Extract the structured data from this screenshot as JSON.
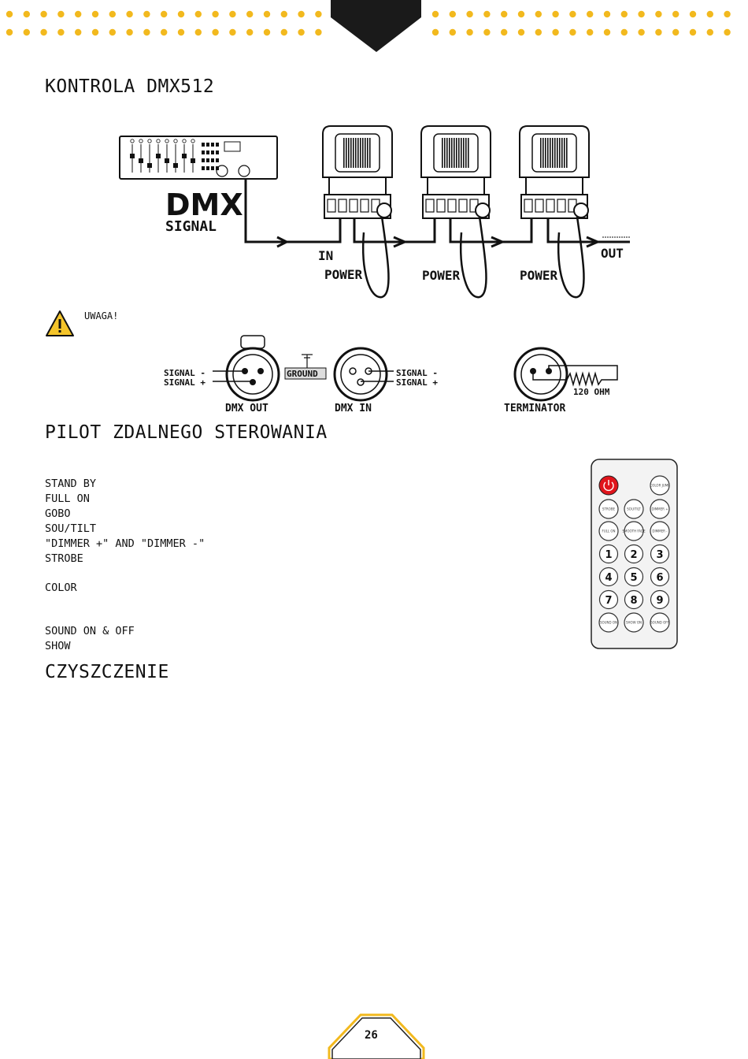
{
  "sections": {
    "dmx_title": "KONTROLA DMX512",
    "remote_title": "PILOT ZDALNEGO STEROWANIA",
    "cleaning_title": "CZYSZCZENIE"
  },
  "dmx_diagram": {
    "dmx_big": "DMX",
    "signal_small": "SIGNAL",
    "in_label": "IN",
    "out_label": "OUT",
    "power_labels": [
      "POWER",
      "POWER",
      "POWER"
    ]
  },
  "warning": {
    "text": "UWAGA!"
  },
  "connectors": {
    "signal_minus": "SIGNAL -",
    "signal_plus": "SIGNAL +",
    "ground": "GROUND",
    "dmx_out": "DMX OUT",
    "dmx_in": "DMX IN",
    "terminator": "TERMINATOR",
    "ohm": "120 OHM"
  },
  "remote_functions": [
    "STAND BY",
    "FULL ON",
    "GOBO",
    "SOU/TILT",
    "\"DIMMER +\" AND \"DIMMER -\"",
    "STROBE",
    "COLOR",
    "SOUND ON & OFF",
    "SHOW"
  ],
  "remote": {
    "buttons_top": [
      "COLOR JUMP"
    ],
    "row1": [
      "STROBE",
      "SOU/TILT",
      "DIMMER +"
    ],
    "row2": [
      "FULL ON",
      "SMOOTH FADE",
      "DIMMER -"
    ],
    "numbers": [
      "1",
      "2",
      "3",
      "4",
      "5",
      "6",
      "7",
      "8",
      "9"
    ],
    "bottom": [
      "SOUND ON",
      "SHOW ON",
      "SOUND OFF"
    ]
  },
  "page_number": "26",
  "colors": {
    "dot_yellow": "#f2b91e",
    "power_red": "#e0141b",
    "warning_yellow": "#f4c42a"
  }
}
